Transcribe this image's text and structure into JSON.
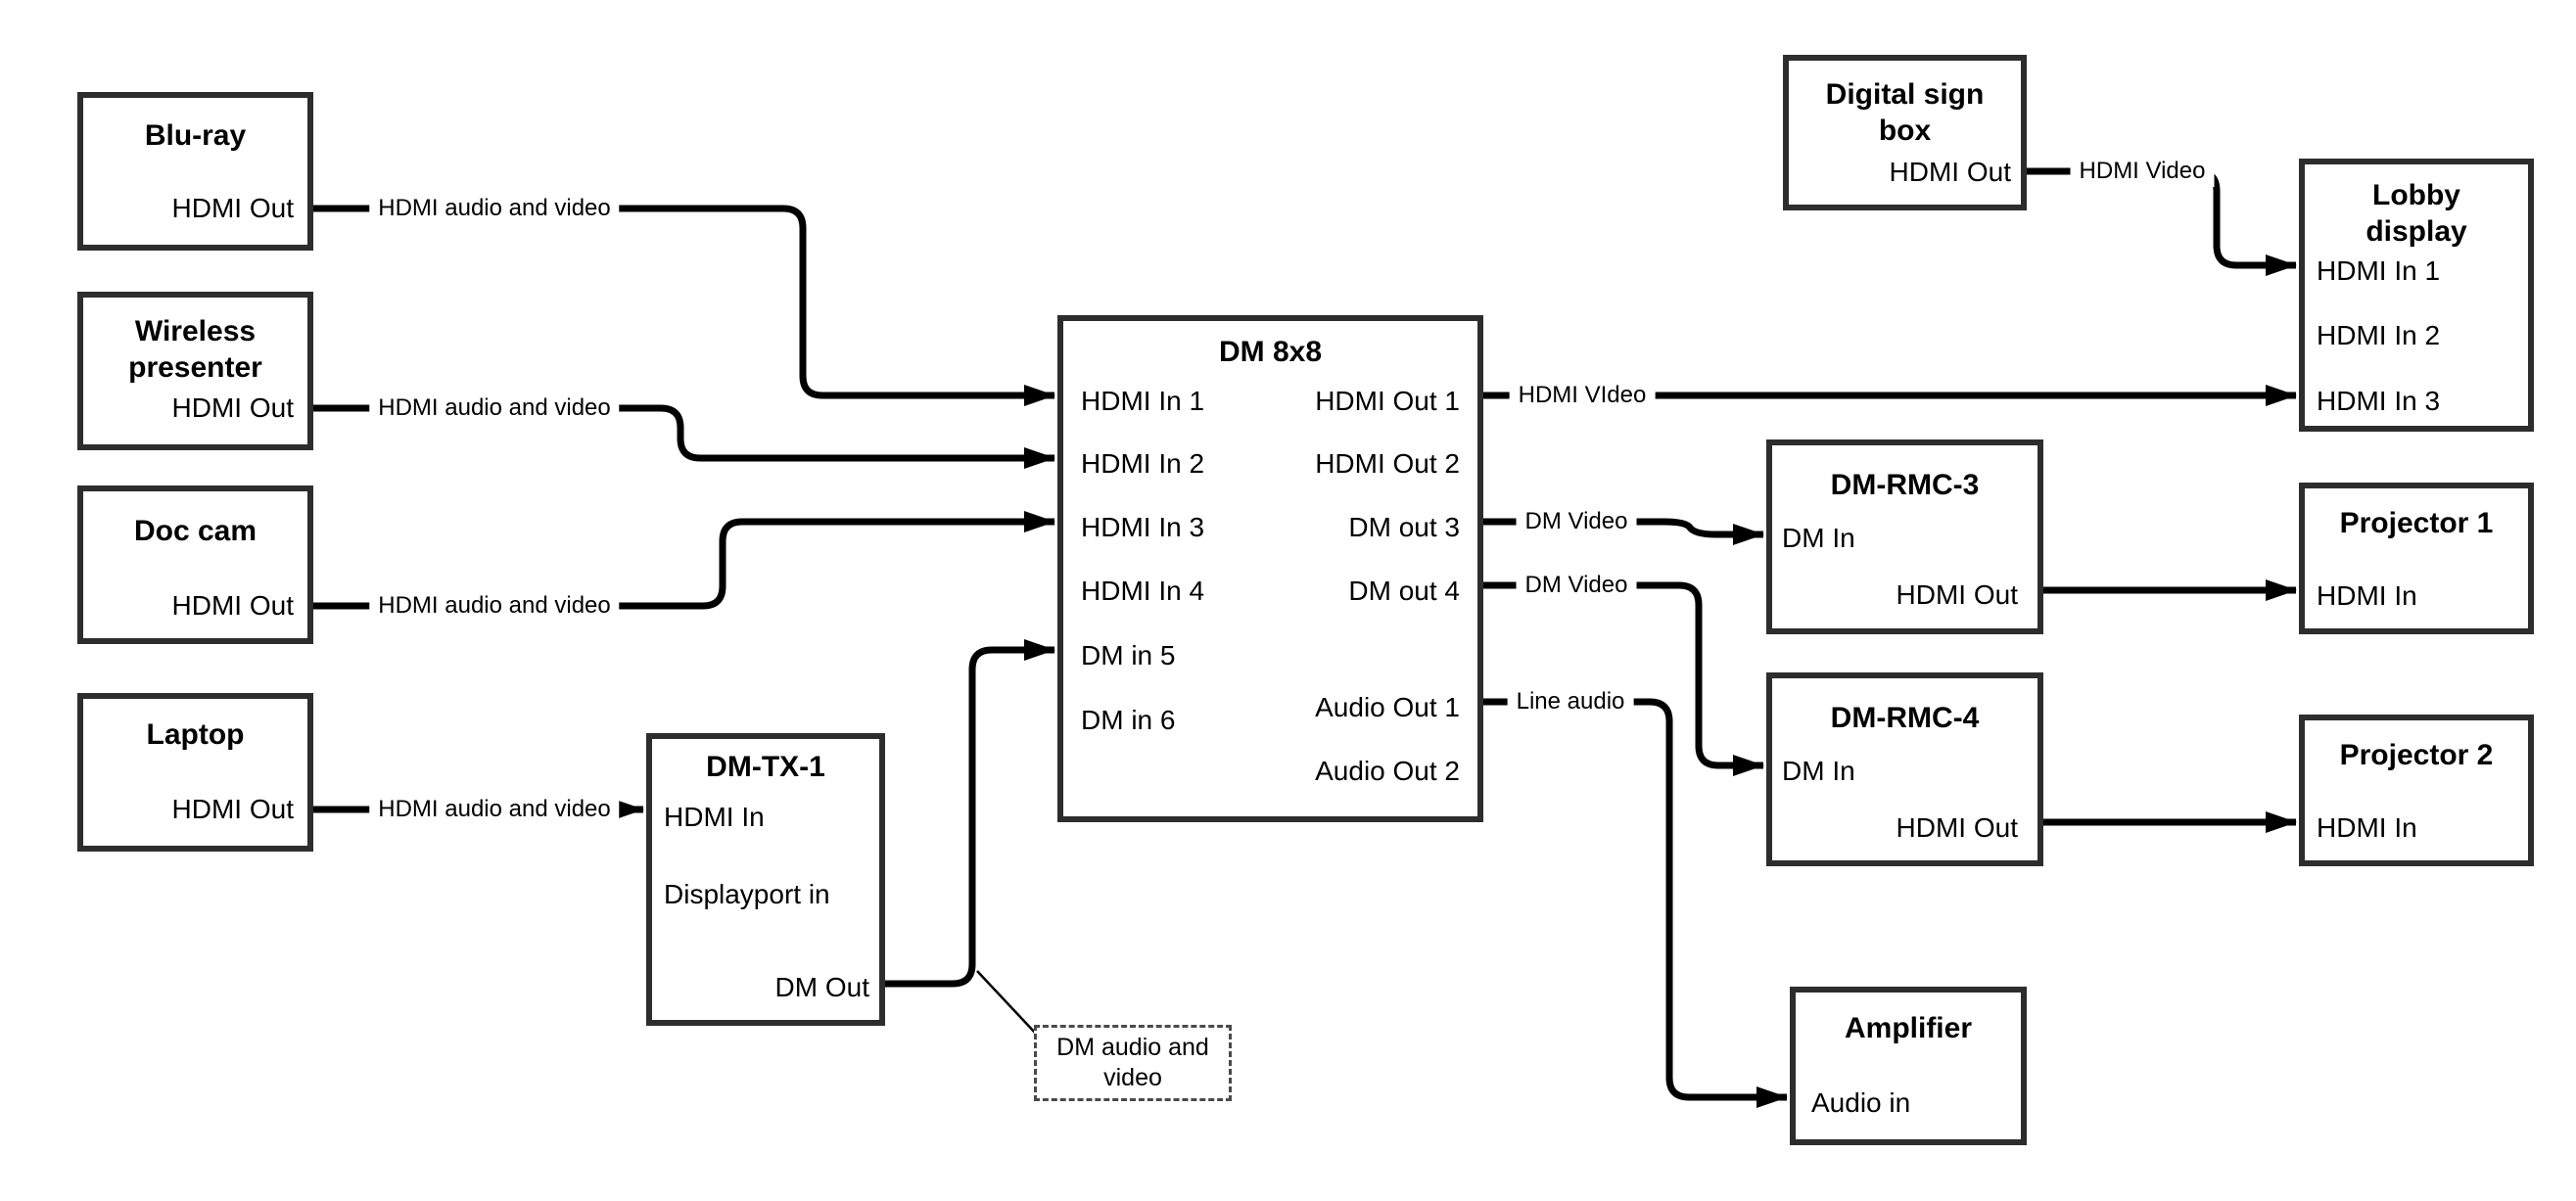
{
  "nodes": {
    "bluray": {
      "title": "Blu-ray",
      "hdmi_out": "HDMI Out"
    },
    "wireless": {
      "title": "Wireless\npresenter",
      "hdmi_out": "HDMI Out"
    },
    "doccam": {
      "title": "Doc cam",
      "hdmi_out": "HDMI Out"
    },
    "laptop": {
      "title": "Laptop",
      "hdmi_out": "HDMI Out"
    },
    "dmtx1": {
      "title": "DM-TX-1",
      "hdmi_in": "HDMI In",
      "displayport_in": "Displayport in",
      "dm_out": "DM Out"
    },
    "dm8x8": {
      "title": "DM 8x8",
      "hdmi_in_1": "HDMI In 1",
      "hdmi_in_2": "HDMI In 2",
      "hdmi_in_3": "HDMI In 3",
      "hdmi_in_4": "HDMI In 4",
      "dm_in_5": "DM in 5",
      "dm_in_6": "DM in 6",
      "hdmi_out_1": "HDMI Out 1",
      "hdmi_out_2": "HDMI Out 2",
      "dm_out_3": "DM out 3",
      "dm_out_4": "DM out 4",
      "audio_out_1": "Audio Out 1",
      "audio_out_2": "Audio Out 2"
    },
    "signbox": {
      "title": "Digital sign\nbox",
      "hdmi_out": "HDMI Out"
    },
    "lobby": {
      "title": "Lobby\ndisplay",
      "hdmi_in_1": "HDMI In 1",
      "hdmi_in_2": "HDMI In 2",
      "hdmi_in_3": "HDMI In 3"
    },
    "rmc3": {
      "title": "DM-RMC-3",
      "dm_in": "DM In",
      "hdmi_out": "HDMI Out"
    },
    "rmc4": {
      "title": "DM-RMC-4",
      "dm_in": "DM In",
      "hdmi_out": "HDMI Out"
    },
    "proj1": {
      "title": "Projector 1",
      "hdmi_in": "HDMI In"
    },
    "proj2": {
      "title": "Projector 2",
      "hdmi_in": "HDMI In"
    },
    "amp": {
      "title": "Amplifier",
      "audio_in": "Audio in"
    },
    "note": {
      "text": "DM audio and\nvideo"
    }
  },
  "wire_labels": {
    "bluray_to_dm8x8": "HDMI audio and video",
    "wireless_to_dm8x8": "HDMI audio and video",
    "doccam_to_dm8x8": "HDMI audio and video",
    "laptop_to_dmtx1": "HDMI audio and video",
    "hdmi_out1_to_lobby": "HDMI VIdeo",
    "dm_out3_to_rmc3": "DM Video",
    "dm_out4_to_rmc4": "DM Video",
    "audio_out1_to_amp": "Line audio",
    "signbox_to_lobby": "HDMI Video"
  },
  "colors": {
    "wire": "#000000",
    "box_border": "#2d2d2d",
    "background": "#ffffff"
  }
}
